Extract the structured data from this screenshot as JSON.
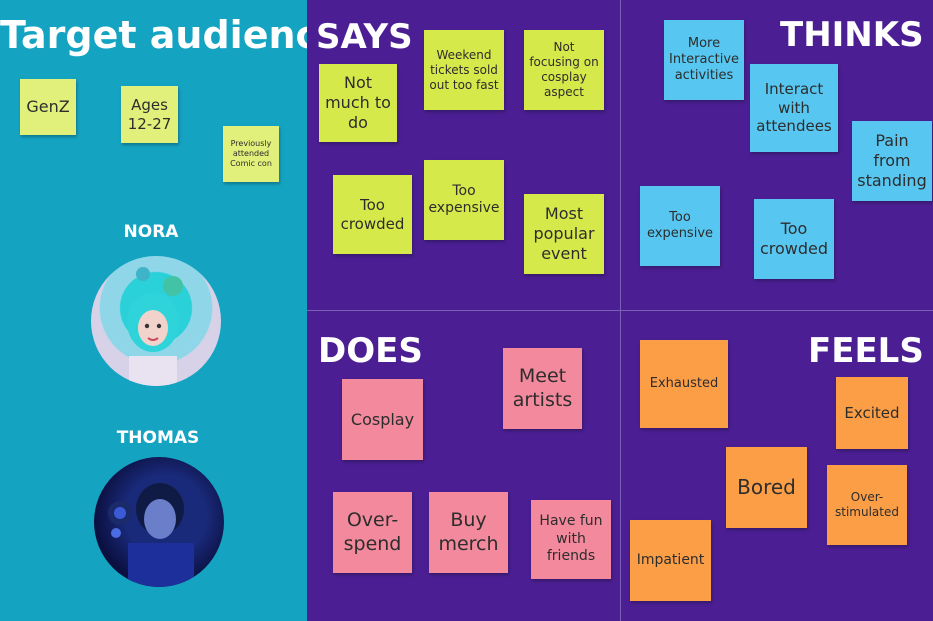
{
  "colors": {
    "target_bg": "#15a3c2",
    "board_bg": "#4b1f93",
    "sticky_yellow": "#d6e94a",
    "sticky_blue": "#57c7f1",
    "sticky_pink": "#f2899c",
    "sticky_orange": "#fb9e46"
  },
  "target": {
    "title": "Target audience",
    "notes": [
      "GenZ",
      "Ages 12-27",
      "Previously attended Comic con"
    ],
    "personas": [
      "NORA",
      "THOMAS"
    ]
  },
  "says": {
    "title": "SAYS",
    "notes": [
      "Not much to do",
      "Weekend tickets sold out too fast",
      "Not focusing on cosplay aspect",
      "Too crowded",
      "Too expensive",
      "Most popular event"
    ]
  },
  "thinks": {
    "title": "THINKS",
    "notes": [
      "More Interactive activities",
      "Interact with attendees",
      "Pain from standing",
      "Too expensive",
      "Too crowded"
    ]
  },
  "does": {
    "title": "DOES",
    "notes": [
      "Cosplay",
      "Meet artists",
      "Over-spend",
      "Buy merch",
      "Have fun with friends"
    ]
  },
  "feels": {
    "title": "FEELS",
    "notes": [
      "Exhausted",
      "Excited",
      "Bored",
      "Over-stimulated",
      "Impatient"
    ]
  }
}
